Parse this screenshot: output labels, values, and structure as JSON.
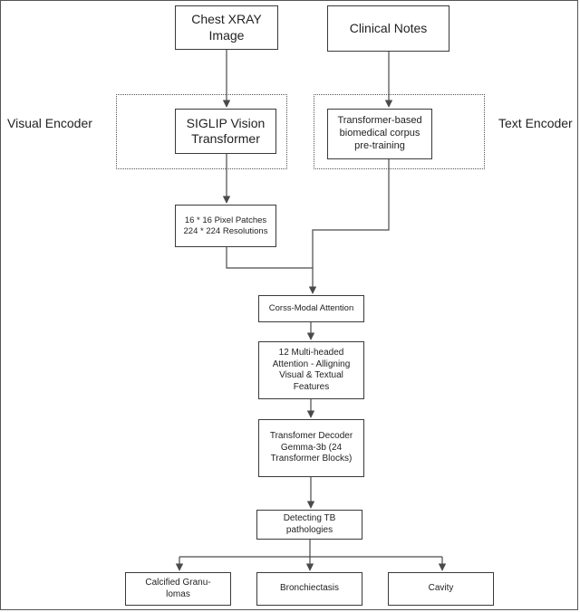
{
  "labels": {
    "visual_encoder": "Visual Encoder",
    "text_encoder": "Text Encoder"
  },
  "nodes": {
    "chest_xray": "Chest XRAY\nImage",
    "clinical_notes": "Clinical Notes",
    "siglip": "SIGLIP Vision\nTransformer",
    "text_model": "Transformer-based\nbiomedical corpus\npre-training",
    "patches": "16 * 16 Pixel Patches\n224 * 224 Resolutions",
    "cross_modal": "Corss-Modal Attention",
    "multihead": "12 Multi-headed\nAttention - Alligning\nVisual & Textual\nFeatures",
    "decoder": "Transfomer Decoder\nGemma-3b (24\nTransformer Blocks)",
    "detecting": "Detecting TB\npathologies",
    "calcified": "Calcified Granu-\nlomas",
    "bronchiectasis": "Bronchiectasis",
    "cavity": "Cavity"
  },
  "colors": {
    "line": "#4a4a4a",
    "box_border": "#3a3a3a",
    "frame": "#555555"
  }
}
